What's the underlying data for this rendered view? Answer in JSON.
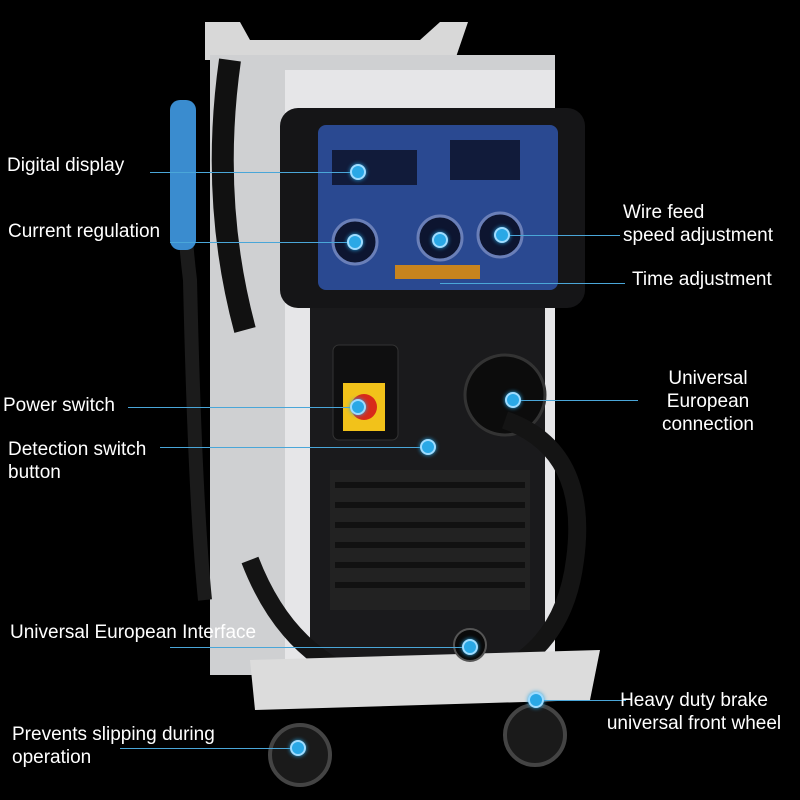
{
  "annotations": {
    "digital_display": "Digital display",
    "current_regulation": "Current regulation",
    "wire_feed_line1": "Wire feed",
    "wire_feed_line2": "speed adjustment",
    "time_adjustment": "Time adjustment",
    "power_switch": "Power switch",
    "detection_line1": "Detection switch",
    "detection_line2": "button",
    "euro_conn_line1": "Universal",
    "euro_conn_line2": "European",
    "euro_conn_line3": "connection",
    "euro_interface": "Universal European Interface",
    "wheel_line1": "Heavy duty brake",
    "wheel_line2": "universal front wheel",
    "slip_line1": "Prevents slipping during",
    "slip_line2": "operation"
  },
  "colors": {
    "accent": "#2aa8e6",
    "background": "#000000"
  }
}
